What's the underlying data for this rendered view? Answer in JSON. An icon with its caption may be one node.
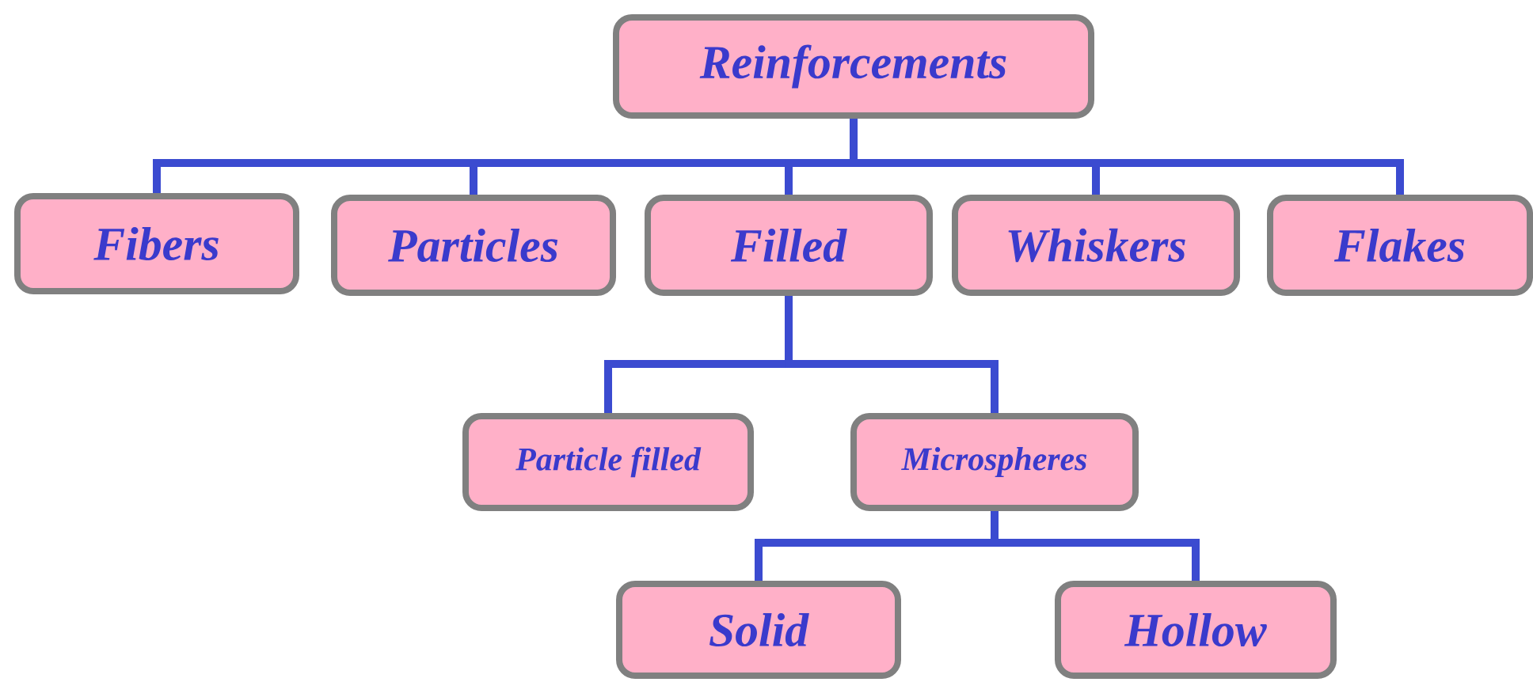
{
  "diagram": {
    "nodes": [
      {
        "text": [
          "Reinforcements"
        ]
      },
      {
        "text": [
          "Fibers"
        ]
      },
      {
        "text": [
          "Particles"
        ]
      },
      {
        "text": [
          "Filled"
        ]
      },
      {
        "text": [
          "Whiskers"
        ]
      },
      {
        "text": [
          "Flakes"
        ]
      },
      {
        "text": [
          "Particle filled"
        ]
      },
      {
        "text": [
          "Microspheres"
        ]
      },
      {
        "text": [
          "Solid"
        ]
      },
      {
        "text": [
          "Hollow"
        ]
      }
    ],
    "edges": [
      {
        "from": 0,
        "to": 1,
        "arrow": "none"
      },
      {
        "from": 0,
        "to": 2,
        "arrow": "none"
      },
      {
        "from": 0,
        "to": 3,
        "arrow": "none"
      },
      {
        "from": 0,
        "to": 4,
        "arrow": "none"
      },
      {
        "from": 0,
        "to": 5,
        "arrow": "none"
      },
      {
        "from": 3,
        "to": 6,
        "arrow": "none"
      },
      {
        "from": 3,
        "to": 7,
        "arrow": "none"
      },
      {
        "from": 7,
        "to": 8,
        "arrow": "none"
      },
      {
        "from": 7,
        "to": 9,
        "arrow": "none"
      }
    ]
  }
}
